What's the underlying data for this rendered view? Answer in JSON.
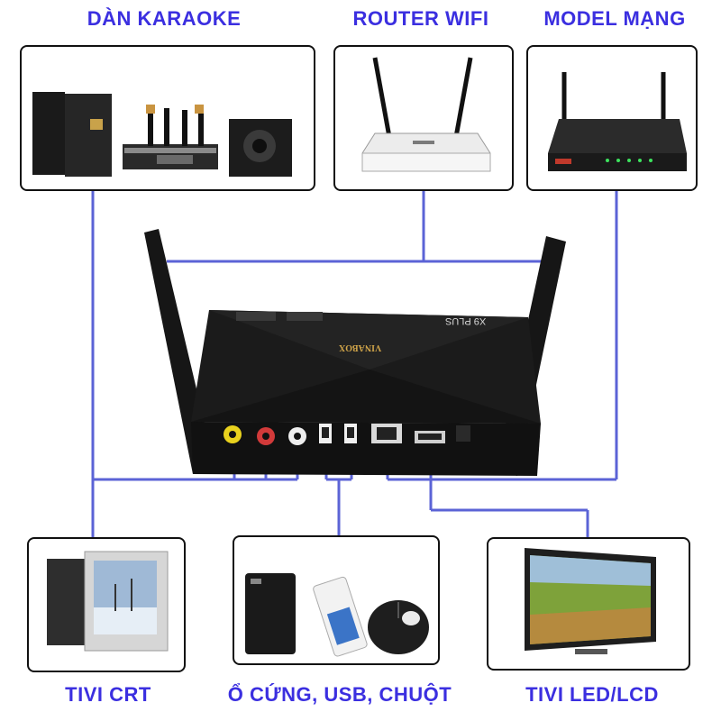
{
  "labels": {
    "karaoke": "DÀN KARAOKE",
    "router": "ROUTER WIFI",
    "modem": "MODEL MẠNG",
    "crt": "TIVI CRT",
    "storage": "Ổ CỨNG, USB, CHUỘT",
    "led": "TIVI LED/LCD"
  },
  "device": {
    "model_label": "X9 PLUS",
    "brand": "VINABOX"
  },
  "colors": {
    "label": "#3b2fe0",
    "wire": "#5b63d6",
    "box_border": "#111111",
    "device_body": "#1b1b1b"
  }
}
